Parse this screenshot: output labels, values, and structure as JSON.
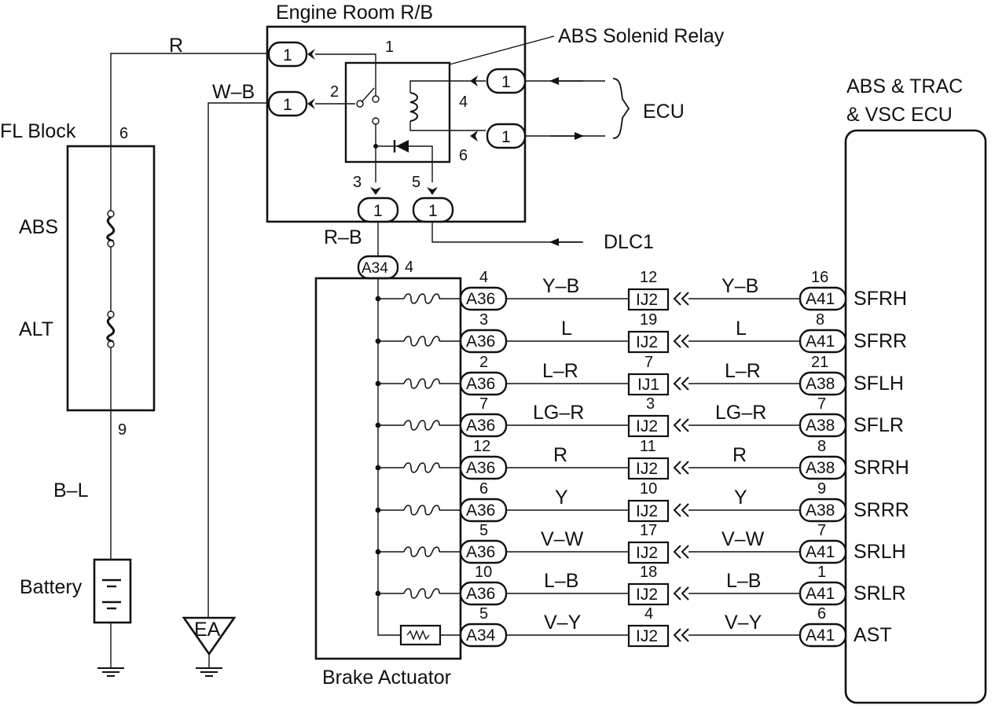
{
  "labels": {
    "engine_room": "Engine Room R/B",
    "relay": "ABS Solenid Relay",
    "ecu_line1": "ABS & TRAC",
    "ecu_line2": "& VSC ECU",
    "fl_block": "FL Block",
    "fuse_abs": "ABS",
    "fuse_alt": "ALT",
    "battery": "Battery",
    "ground_ea": "EA",
    "brake_actuator": "Brake Actuator",
    "ecu_ref": "ECU",
    "dlc1": "DLC1"
  },
  "top_wires": {
    "r": "R",
    "wb": "W–B",
    "rb": "R–B",
    "bl": "B–L",
    "fl_pin_top": "6",
    "fl_pin_bottom": "9"
  },
  "relay_pins": {
    "p1": "1",
    "p2": "2",
    "p3": "3",
    "p4": "4",
    "p5": "5",
    "p6": "6",
    "c_r": "1",
    "c_wb": "1",
    "c_ecu_top": "1",
    "c_ecu_bottom": "1",
    "c_3": "1",
    "c_5": "1"
  },
  "actuator_in": {
    "connector": "A34",
    "pin": "4"
  },
  "circuits": [
    {
      "act_pin": "4",
      "act_conn": "A36",
      "wire_a": "Y–B",
      "junction": "IJ2",
      "j_pin": "12",
      "wire_b": "Y–B",
      "ecu_pin": "16",
      "ecu_conn": "A41",
      "signal": "SFRH"
    },
    {
      "act_pin": "3",
      "act_conn": "A36",
      "wire_a": "L",
      "junction": "IJ2",
      "j_pin": "19",
      "wire_b": "L",
      "ecu_pin": "8",
      "ecu_conn": "A41",
      "signal": "SFRR"
    },
    {
      "act_pin": "2",
      "act_conn": "A36",
      "wire_a": "L–R",
      "junction": "IJ1",
      "j_pin": "7",
      "wire_b": "L–R",
      "ecu_pin": "21",
      "ecu_conn": "A38",
      "signal": "SFLH"
    },
    {
      "act_pin": "7",
      "act_conn": "A36",
      "wire_a": "LG–R",
      "junction": "IJ2",
      "j_pin": "3",
      "wire_b": "LG–R",
      "ecu_pin": "7",
      "ecu_conn": "A38",
      "signal": "SFLR"
    },
    {
      "act_pin": "12",
      "act_conn": "A36",
      "wire_a": "R",
      "junction": "IJ2",
      "j_pin": "11",
      "wire_b": "R",
      "ecu_pin": "8",
      "ecu_conn": "A38",
      "signal": "SRRH"
    },
    {
      "act_pin": "6",
      "act_conn": "A36",
      "wire_a": "Y",
      "junction": "IJ2",
      "j_pin": "10",
      "wire_b": "Y",
      "ecu_pin": "9",
      "ecu_conn": "A38",
      "signal": "SRRR"
    },
    {
      "act_pin": "5",
      "act_conn": "A36",
      "wire_a": "V–W",
      "junction": "IJ2",
      "j_pin": "17",
      "wire_b": "V–W",
      "ecu_pin": "7",
      "ecu_conn": "A41",
      "signal": "SRLH"
    },
    {
      "act_pin": "10",
      "act_conn": "A36",
      "wire_a": "L–B",
      "junction": "IJ2",
      "j_pin": "18",
      "wire_b": "L–B",
      "ecu_pin": "1",
      "ecu_conn": "A41",
      "signal": "SRLR"
    },
    {
      "act_pin": "5",
      "act_conn": "A34",
      "wire_a": "V–Y",
      "junction": "IJ2",
      "j_pin": "4",
      "wire_b": "V–Y",
      "ecu_pin": "6",
      "ecu_conn": "A41",
      "signal": "AST"
    }
  ]
}
